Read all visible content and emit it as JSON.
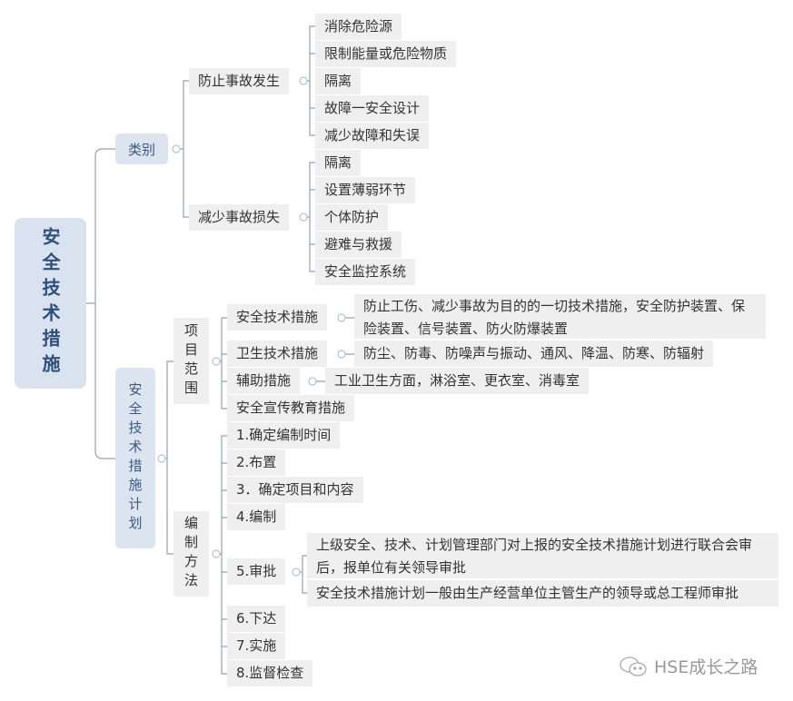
{
  "root": "安全技术措施",
  "category": {
    "label": "类别",
    "prevent": {
      "label": "防止事故发生",
      "items": [
        "消除危险源",
        "限制能量或危险物质",
        "隔离",
        "故障一安全设计",
        "减少故障和失误"
      ]
    },
    "reduce": {
      "label": "减少事故损失",
      "items": [
        "隔离",
        "设置薄弱环节",
        "个体防护",
        "避难与救援",
        "安全监控系统"
      ]
    }
  },
  "plan": {
    "label": "安全技术措施计划",
    "scope": {
      "label": "项目范围",
      "items": [
        {
          "label": "安全技术措施",
          "detail": "防止工伤、减少事故为目的的一切技术措施，安全防护装置、保险装置、信号装置、防火防爆装置"
        },
        {
          "label": "卫生技术措施",
          "detail": "防尘、防毒、防噪声与振动、通风、降温、防寒、防辐射"
        },
        {
          "label": "辅助措施",
          "detail": "工业卫生方面，淋浴室、更衣室、消毒室"
        },
        {
          "label": "安全宣传教育措施"
        }
      ]
    },
    "method": {
      "label": "编制方法",
      "items": [
        "1.确定编制时间",
        "2.布置",
        "3．确定项目和内容",
        "4.编制",
        "5.审批",
        "6.下达",
        "7.实施",
        "8.监督检查"
      ],
      "approval_details": [
        "上级安全、技术、计划管理部门对上报的安全技术措施计划进行联合会审后，报单位有关领导审批",
        "安全技术措施计划一般由生产经营单位主管生产的领导或总工程师审批"
      ]
    }
  },
  "watermark": "HSE成长之路",
  "colors": {
    "line": "#8ea3b8",
    "root_bg": "#d9e3ef",
    "node_bg": "#efefef"
  }
}
